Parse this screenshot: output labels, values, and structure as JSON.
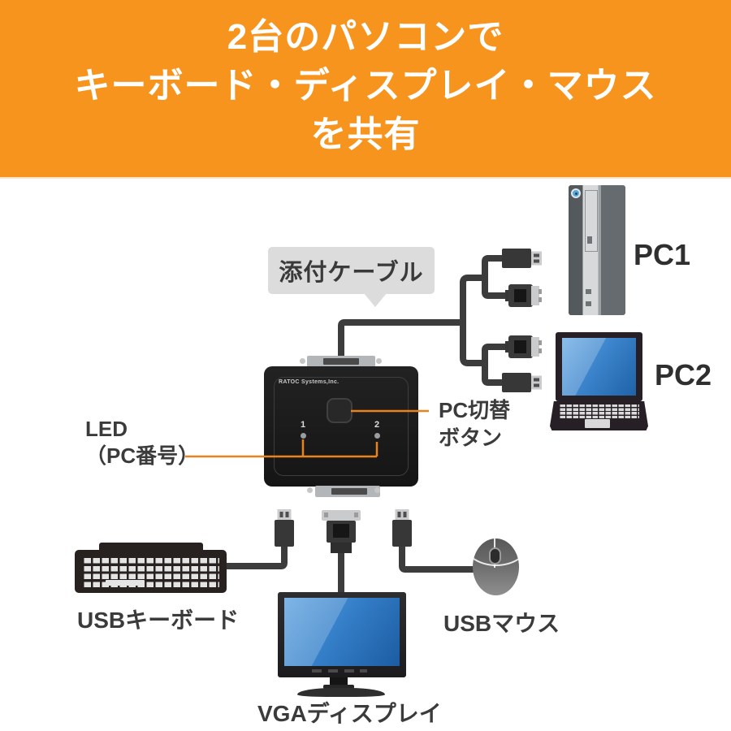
{
  "banner": {
    "lines": [
      "2台のパソコンで",
      "キーボード・ディスプレイ・マウス",
      "を共有"
    ],
    "bg_color": "#F7941E",
    "text_color": "#FFFFFF"
  },
  "callouts": {
    "cable_bubble": "添付ケーブル",
    "led_line1": "LED",
    "led_line2": "（PC番号）",
    "switch_button_line1": "PC切替",
    "switch_button_line2": "ボタン",
    "pc1": "PC1",
    "pc2": "PC2",
    "keyboard": "USBキーボード",
    "mouse": "USBマウス",
    "display": "VGAディスプレイ"
  },
  "kvm_switch": {
    "brand": "RATOC Systems,Inc.",
    "led1": "1",
    "led2": "2"
  },
  "colors": {
    "accent_orange": "#F7941E",
    "callout_line_orange": "#E8831E",
    "cable_dark": "#3C3C3C",
    "screen_blue": "#3580C9",
    "bubble_gray": "#DCDCDC"
  }
}
